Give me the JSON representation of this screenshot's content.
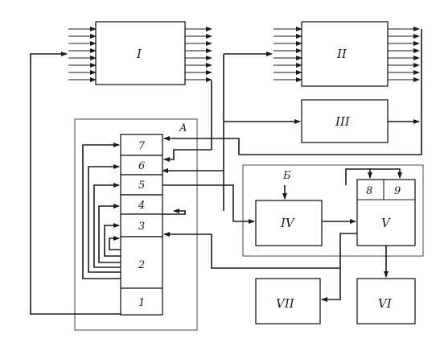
{
  "blocks": {
    "I": "I",
    "II": "II",
    "III": "III",
    "IV": "IV",
    "V": "V",
    "VI": "VI",
    "VII": "VII"
  },
  "groups": {
    "A": "A",
    "B": "Б"
  },
  "stack_cells": [
    "7",
    "6",
    "5",
    "4",
    "3",
    "2",
    "1"
  ],
  "sub_cells": {
    "left": "8",
    "right": "9"
  }
}
